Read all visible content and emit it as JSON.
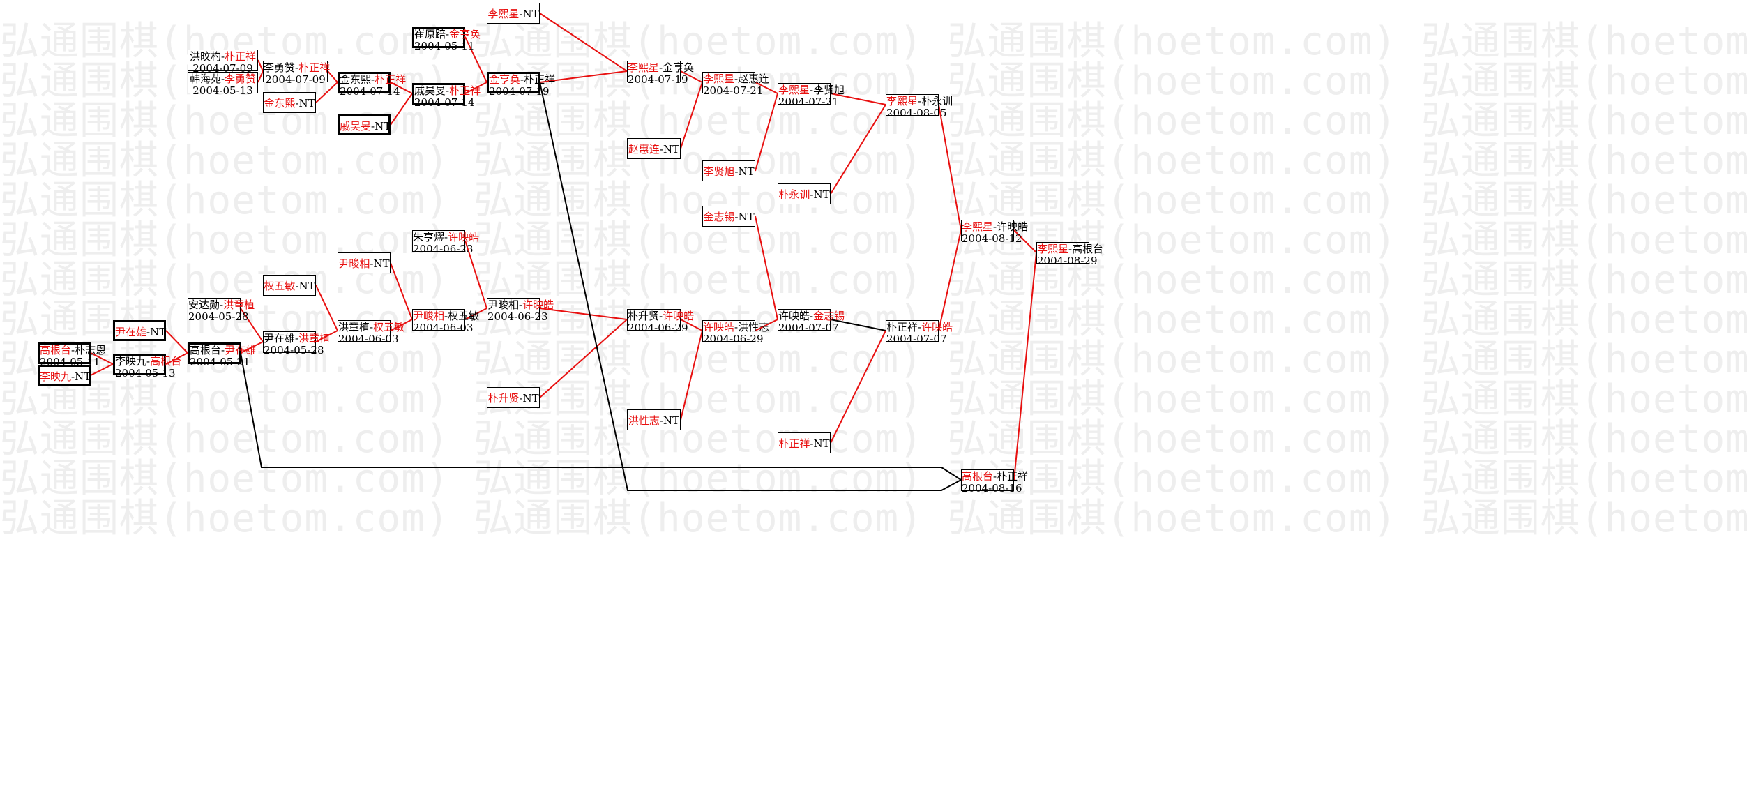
{
  "watermark": {
    "text": "弘通围棋(hoetom.com) 弘通围棋(hoetom.com) 弘通围棋(hoetom.com) 弘通围棋(hoetom.com) 弘通围棋(hoetom.com) 弘通围棋(hoetom.com) 弘通围棋(hoetom.com)",
    "color": "#eeeeee"
  },
  "colors": {
    "winner": "#e81010",
    "line_red": "#e81010",
    "line_black": "#000000"
  },
  "nodes": [
    {
      "id": "n_hong_park",
      "p1": "洪旼杓",
      "p2": "朴正祥",
      "winner": 2,
      "date": "2004-07-09",
      "thick": false
    },
    {
      "id": "n_han_lee",
      "p1": "韩海苑",
      "p2": "李勇赞",
      "winner": 2,
      "date": "2004-05-13",
      "thick": false
    },
    {
      "id": "n_lee_park",
      "p1": "李勇赞",
      "p2": "朴正祥",
      "winner": 2,
      "date": "2004-07-09",
      "thick": false
    },
    {
      "id": "n_kimdh_nt",
      "p1": "金东熙",
      "p2": "NT",
      "winner": 1,
      "date": "",
      "thick": false
    },
    {
      "id": "n_kimdh_park",
      "p1": "金东熙",
      "p2": "朴正祥",
      "winner": 2,
      "date": "2004-07-14",
      "thick": true
    },
    {
      "id": "n_qian_nt",
      "p1": "戚昊旻",
      "p2": "NT",
      "winner": 1,
      "date": "",
      "thick": true
    },
    {
      "id": "n_qian_park",
      "p1": "戚昊旻",
      "p2": "朴正祥",
      "winner": 2,
      "date": "2004-07-14",
      "thick": true
    },
    {
      "id": "n_cui_kim",
      "p1": "崔原踣",
      "p2": "金亨奂",
      "winner": 2,
      "date": "2004-05-11",
      "thick": true
    },
    {
      "id": "n_kim_park",
      "p1": "金亨奂",
      "p2": "朴正祥",
      "winner": 1,
      "date": "2004-07-19",
      "thick": true
    },
    {
      "id": "n_leexs_nt",
      "p1": "李熙星",
      "p2": "NT",
      "winner": 1,
      "date": "",
      "thick": false
    },
    {
      "id": "n_leexs_kim",
      "p1": "李熙星",
      "p2": "金亨奂",
      "winner": 1,
      "date": "2004-07-19",
      "thick": false
    },
    {
      "id": "n_zhao_nt",
      "p1": "赵惠连",
      "p2": "NT",
      "winner": 1,
      "date": "",
      "thick": false
    },
    {
      "id": "n_leexs_zhao",
      "p1": "李熙星",
      "p2": "赵惠连",
      "winner": 1,
      "date": "2004-07-21",
      "thick": false
    },
    {
      "id": "n_leexx_nt",
      "p1": "李贤旭",
      "p2": "NT",
      "winner": 1,
      "date": "",
      "thick": false
    },
    {
      "id": "n_leexs_leexx",
      "p1": "李熙星",
      "p2": "李贤旭",
      "winner": 1,
      "date": "2004-07-21",
      "thick": false
    },
    {
      "id": "n_parkyx_nt",
      "p1": "朴永训",
      "p2": "NT",
      "winner": 1,
      "date": "",
      "thick": false
    },
    {
      "id": "n_leexs_parkyx",
      "p1": "李熙星",
      "p2": "朴永训",
      "winner": 1,
      "date": "2004-08-05",
      "thick": false
    },
    {
      "id": "n_leexs_xu",
      "p1": "李熙星",
      "p2": "许映皓",
      "winner": 1,
      "date": "2004-08-12",
      "thick": false
    },
    {
      "id": "n_final",
      "p1": "李熙星",
      "p2": "高根台",
      "winner": 1,
      "date": "2004-08-29",
      "thick": false
    },
    {
      "id": "n_zhu_xu",
      "p1": "朱亨熤",
      "p2": "许映皓",
      "winner": 2,
      "date": "2004-06-23",
      "thick": false
    },
    {
      "id": "n_yinj_nt",
      "p1": "尹畯相",
      "p2": "NT",
      "winner": 1,
      "date": "",
      "thick": false
    },
    {
      "id": "n_quan_nt",
      "p1": "权五敏",
      "p2": "NT",
      "winner": 1,
      "date": "",
      "thick": false
    },
    {
      "id": "n_an_hong",
      "p1": "安达勋",
      "p2": "洪章植",
      "winner": 2,
      "date": "2004-05-28",
      "thick": false
    },
    {
      "id": "n_yinzx_nt",
      "p1": "尹在雄",
      "p2": "NT",
      "winner": 1,
      "date": "",
      "thick": true
    },
    {
      "id": "n_gao_park",
      "p1": "高根台",
      "p2": "朴志恩",
      "winner": 1,
      "date": "2004-05-11",
      "thick": true
    },
    {
      "id": "n_leeyj_nt",
      "p1": "李映九",
      "p2": "NT",
      "winner": 1,
      "date": "",
      "thick": true
    },
    {
      "id": "n_leeyj_gao",
      "p1": "李映九",
      "p2": "高根台",
      "winner": 2,
      "date": "2004-05-13",
      "thick": true
    },
    {
      "id": "n_gao_yinzx",
      "p1": "高根台",
      "p2": "尹在雄",
      "winner": 2,
      "date": "2004-05-21",
      "thick": true
    },
    {
      "id": "n_yinzx_hong",
      "p1": "尹在雄",
      "p2": "洪章植",
      "winner": 2,
      "date": "2004-05-28",
      "thick": false
    },
    {
      "id": "n_hong_quan",
      "p1": "洪章植",
      "p2": "权五敏",
      "winner": 2,
      "date": "2004-06-03",
      "thick": false
    },
    {
      "id": "n_yinj_quan",
      "p1": "尹畯相",
      "p2": "权五敏",
      "winner": 1,
      "date": "2004-06-03",
      "thick": false
    },
    {
      "id": "n_yinj_xu",
      "p1": "尹畯相",
      "p2": "许映皓",
      "winner": 2,
      "date": "2004-06-23",
      "thick": false
    },
    {
      "id": "n_parksx_nt",
      "p1": "朴升贤",
      "p2": "NT",
      "winner": 1,
      "date": "",
      "thick": false
    },
    {
      "id": "n_parksx_xu",
      "p1": "朴升贤",
      "p2": "许映皓",
      "winner": 2,
      "date": "2004-06-29",
      "thick": false
    },
    {
      "id": "n_hongxz_nt",
      "p1": "洪性志",
      "p2": "NT",
      "winner": 1,
      "date": "",
      "thick": false
    },
    {
      "id": "n_xu_hongxz",
      "p1": "许映皓",
      "p2": "洪性志",
      "winner": 1,
      "date": "2004-06-29",
      "thick": false
    },
    {
      "id": "n_jin_nt",
      "p1": "金志锡",
      "p2": "NT",
      "winner": 1,
      "date": "",
      "thick": false
    },
    {
      "id": "n_xu_jin",
      "p1": "许映皓",
      "p2": "金志锡",
      "winner": 2,
      "date": "2004-07-07",
      "thick": false
    },
    {
      "id": "n_parkzx_nt",
      "p1": "朴正祥",
      "p2": "NT",
      "winner": 1,
      "date": "",
      "thick": false
    },
    {
      "id": "n_parkzx_xu",
      "p1": "朴正祥",
      "p2": "许映皓",
      "winner": 2,
      "date": "2004-07-07",
      "thick": false
    },
    {
      "id": "n_gao_parkzx",
      "p1": "高根台",
      "p2": "朴正祥",
      "winner": 1,
      "date": "2004-08-16",
      "thick": false
    }
  ]
}
